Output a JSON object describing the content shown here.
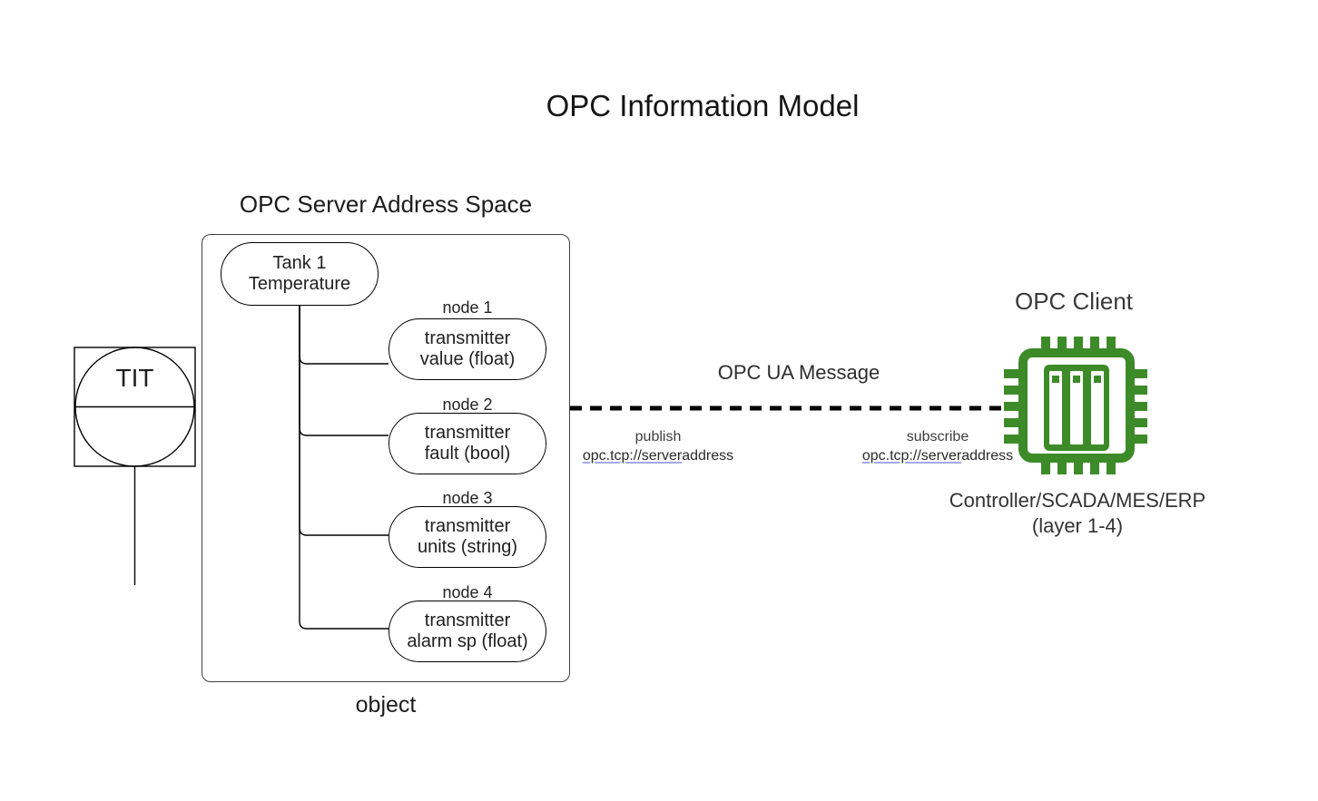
{
  "title": "OPC Information Model",
  "instrument": {
    "label": "TIT"
  },
  "server": {
    "label": "OPC Server Address Space",
    "caption": "object",
    "root": {
      "line1": "Tank 1",
      "line2": "Temperature"
    },
    "nodes": [
      {
        "label": "node 1",
        "line1": "transmitter",
        "line2": "value (float)"
      },
      {
        "label": "node 2",
        "line1": "transmitter",
        "line2": "fault (bool)"
      },
      {
        "label": "node 3",
        "line1": "transmitter",
        "line2": "units (string)"
      },
      {
        "label": "node 4",
        "line1": "transmitter",
        "line2": "alarm sp (float)"
      }
    ]
  },
  "message": {
    "label": "OPC UA Message",
    "publish": {
      "action": "publish",
      "address_underlined": "opc.tcp://server",
      "address_rest": "address"
    },
    "subscribe": {
      "action": "subscribe",
      "address_underlined": "opc.tcp://server",
      "address_rest": "address"
    }
  },
  "client": {
    "label": "OPC Client",
    "caption_line1": "Controller/SCADA/MES/ERP",
    "caption_line2": "(layer 1-4)"
  },
  "colors": {
    "chip_green": "#3d8b28",
    "link_underline": "#a6a6e8",
    "line_black": "#000000",
    "box_border": "#404040"
  }
}
